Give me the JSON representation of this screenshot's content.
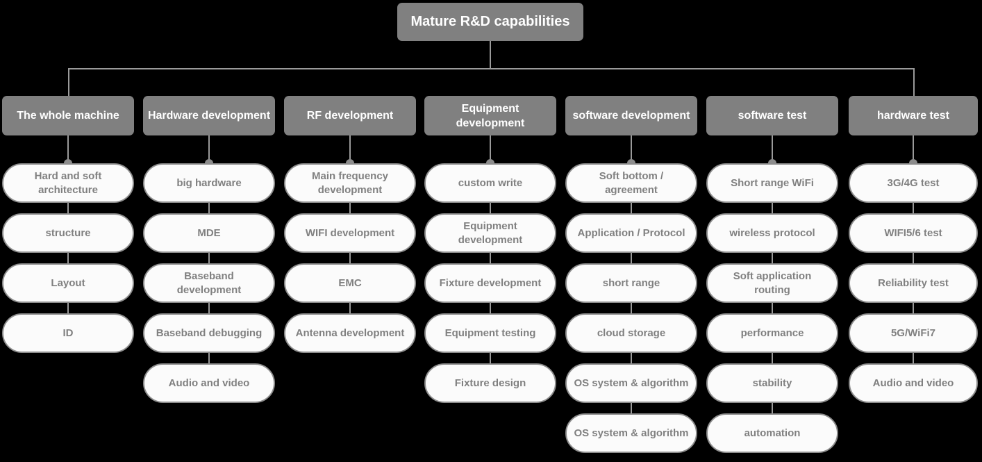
{
  "diagram": {
    "title": "Mature R&D capabilities",
    "root": {
      "label": "Mature R&D capabilities"
    },
    "colors": {
      "background": "#000000",
      "node_fill": "#808080",
      "node_text": "#ffffff",
      "pill_fill": "#fbfbfb",
      "pill_border": "#8c8c8c",
      "pill_text": "#808080",
      "connector": "#9a9a9a"
    },
    "columns": [
      {
        "header": "The whole machine",
        "items": [
          "Hard and soft architecture",
          "structure",
          "Layout",
          "ID"
        ]
      },
      {
        "header": "Hardware development",
        "items": [
          "big hardware",
          "MDE",
          "Baseband development",
          "Baseband debugging",
          "Audio and video"
        ]
      },
      {
        "header": "RF development",
        "items": [
          "Main frequency development",
          "WIFI development",
          "EMC",
          "Antenna development"
        ]
      },
      {
        "header": "Equipment development",
        "items": [
          "custom write",
          "Equipment development",
          "Fixture development",
          "Equipment testing",
          "Fixture design"
        ]
      },
      {
        "header": "software development",
        "items": [
          "Soft bottom / agreement",
          "Application / Protocol",
          "short range",
          "cloud storage",
          "OS system & algorithm",
          "OS system & algorithm"
        ]
      },
      {
        "header": "software test",
        "items": [
          "Short range WiFi",
          "wireless protocol",
          "Soft application routing",
          "performance",
          "stability",
          "automation"
        ]
      },
      {
        "header": "hardware test",
        "items": [
          "3G/4G test",
          "WIFI5/6 test",
          "Reliability test",
          "5G/WiFi7",
          "Audio and video"
        ]
      }
    ]
  }
}
